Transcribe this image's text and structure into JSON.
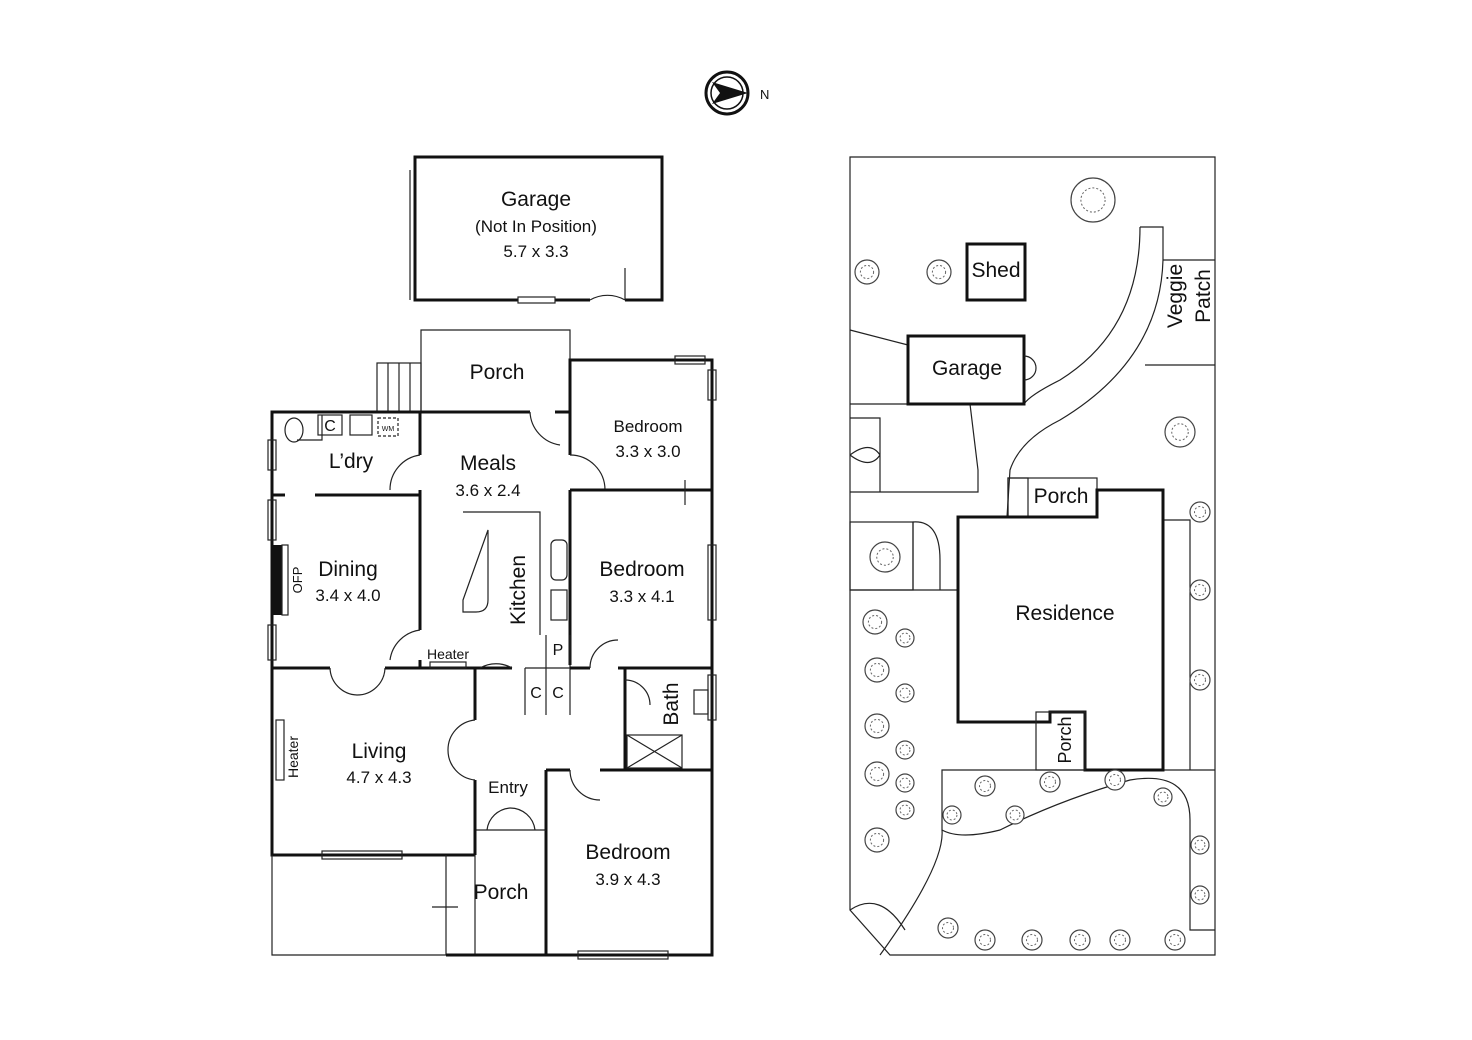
{
  "compass": {
    "label": "N"
  },
  "floorplan": {
    "garage": {
      "name": "Garage",
      "note": "(Not In Position)",
      "size": "5.7 x 3.3"
    },
    "porch_top": {
      "name": "Porch"
    },
    "bedroom_top": {
      "name": "Bedroom",
      "size": "3.3 x 3.0"
    },
    "laundry": {
      "name": "L’dry",
      "cupboard": "C",
      "wm": "WM"
    },
    "meals": {
      "name": "Meals",
      "size": "3.6 x 2.4"
    },
    "dining": {
      "name": "Dining",
      "size": "3.4 x 4.0",
      "ofp": "OFP"
    },
    "kitchen": {
      "name": "Kitchen",
      "pantry": "P"
    },
    "bedroom_mid": {
      "name": "Bedroom",
      "size": "3.3 x 4.1"
    },
    "heater_mid": "Heater",
    "cupboards": [
      "C",
      "C"
    ],
    "bath": {
      "name": "Bath"
    },
    "living": {
      "name": "Living",
      "size": "4.7 x 4.3",
      "heater": "Heater"
    },
    "entry": {
      "name": "Entry"
    },
    "porch_bottom": {
      "name": "Porch"
    },
    "bedroom_bottom": {
      "name": "Bedroom",
      "size": "3.9 x 4.3"
    }
  },
  "siteplan": {
    "shed": "Shed",
    "veggie_patch": [
      "Veggie",
      "Patch"
    ],
    "garage": "Garage",
    "porch_front": "Porch",
    "residence": "Residence",
    "porch_side": "Porch"
  }
}
